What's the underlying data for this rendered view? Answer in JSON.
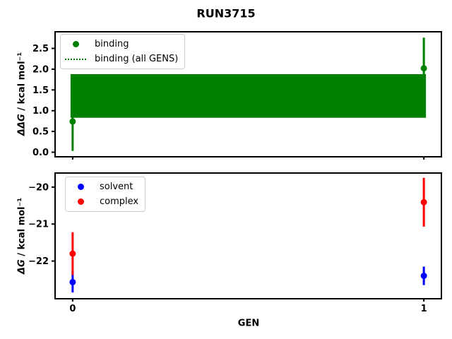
{
  "title": "RUN3715",
  "xlabel": "GEN",
  "chart_data": [
    {
      "type": "scatter",
      "name": "ddG binding vs GEN",
      "ylabel_math": "ΔΔG",
      "ylabel_rest": " / kcal mol⁻¹",
      "x": [
        0,
        1
      ],
      "xlim": [
        -0.05,
        1.05
      ],
      "ylim": [
        -0.11,
        2.9
      ],
      "grid": false,
      "xticks": [
        {
          "v": 0,
          "label": "0"
        },
        {
          "v": 1,
          "label": "1"
        }
      ],
      "xtick_labels_visible": false,
      "yticks": [
        {
          "v": 0.0,
          "label": "0.0"
        },
        {
          "v": 0.5,
          "label": "0.5"
        },
        {
          "v": 1.0,
          "label": "1.0"
        },
        {
          "v": 1.5,
          "label": "1.5"
        },
        {
          "v": 2.0,
          "label": "2.0"
        },
        {
          "v": 2.5,
          "label": "2.5"
        }
      ],
      "series": [
        {
          "name": "binding",
          "color": "#008000",
          "marker": "dot",
          "values": [
            0.74,
            2.02
          ],
          "yerr": [
            0.71,
            0.74
          ]
        }
      ],
      "band": {
        "name": "binding (all GENS)",
        "color": "#008000",
        "center": 1.36,
        "lo": 0.83,
        "hi": 1.88,
        "x_from": 0,
        "x_to": 1
      },
      "legend": {
        "position": "upper-left",
        "items": [
          {
            "label": "binding",
            "marker": "dot",
            "color": "#008000"
          },
          {
            "label": "binding (all GENS)",
            "marker": "dotted-line",
            "color": "#008000"
          }
        ]
      }
    },
    {
      "type": "scatter",
      "name": "dG vs GEN",
      "ylabel_math": "ΔG",
      "ylabel_rest": " / kcal mol⁻¹",
      "x": [
        0,
        1
      ],
      "xlim": [
        -0.05,
        1.05
      ],
      "ylim": [
        -23.02,
        -19.62
      ],
      "grid": false,
      "xticks": [
        {
          "v": 0,
          "label": "0"
        },
        {
          "v": 1,
          "label": "1"
        }
      ],
      "xtick_labels_visible": true,
      "yticks": [
        {
          "v": -20,
          "label": "−20"
        },
        {
          "v": -21,
          "label": "−21"
        },
        {
          "v": -22,
          "label": "−22"
        }
      ],
      "series": [
        {
          "name": "solvent",
          "color": "#0000ff",
          "marker": "dot",
          "values": [
            -22.57,
            -22.4
          ],
          "yerr": [
            0.28,
            0.25
          ]
        },
        {
          "name": "complex",
          "color": "#ff0000",
          "marker": "dot",
          "values": [
            -21.8,
            -20.41
          ],
          "yerr": [
            0.58,
            0.66
          ]
        }
      ],
      "legend": {
        "position": "upper-left",
        "items": [
          {
            "label": "solvent",
            "marker": "dot",
            "color": "#0000ff"
          },
          {
            "label": "complex",
            "marker": "dot",
            "color": "#ff0000"
          }
        ]
      }
    }
  ]
}
